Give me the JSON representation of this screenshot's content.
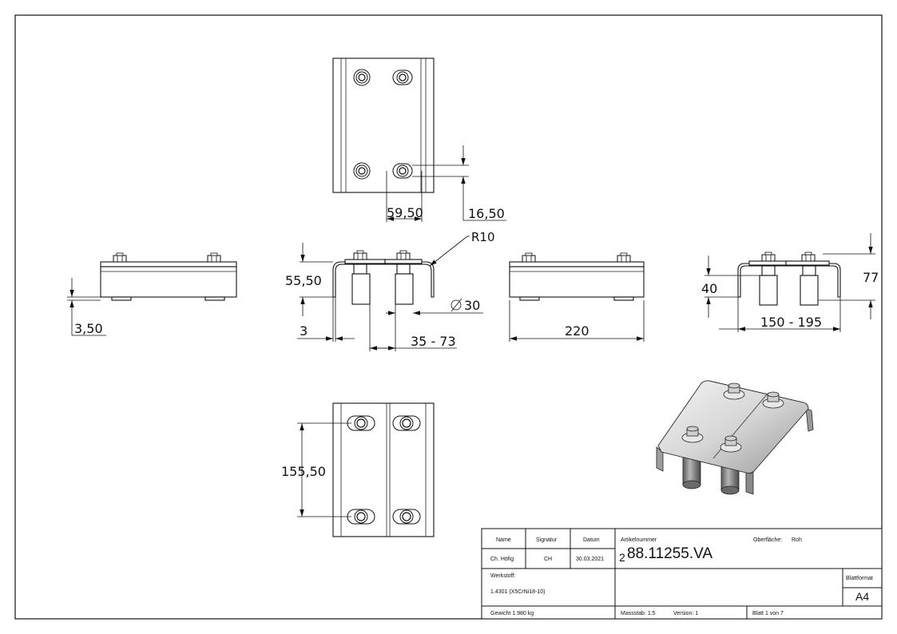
{
  "drawing": {
    "dimensions": {
      "top_slot_spacing": "59,50",
      "top_slot_offset": "16,50",
      "radius": "R10",
      "plate_thickness": "3,50",
      "flange_height": "55,50",
      "wall_thickness": "3",
      "roller_spacing_range": "35 - 73",
      "roller_diameter": "30",
      "length": "220",
      "overall_height": "77",
      "inner_height": "40",
      "width_range": "150 - 195",
      "bottom_hole_spacing": "155,50"
    }
  },
  "title_block": {
    "name_label": "Name",
    "signature_label": "Signatur",
    "date_label": "Datum",
    "name_value": "Ch. Höfig",
    "signature_value": "CH",
    "date_value": "30.03.2021",
    "article_label": "Artikelnummer",
    "article_prefix": "2",
    "article_number": "88.11255.VA",
    "surface_label": "Oberfläche:",
    "surface_value": "Roh",
    "material_label": "Werkstoff:",
    "material_value": "1.4301 (X5CrNi18-10)",
    "weight": "Gewicht 1.980 kg",
    "scale": "Massstab: 1:5",
    "version": "Version: 1",
    "sheet": "Blatt 1 von 7",
    "format_label": "Blattformat",
    "format_value": "A4"
  }
}
